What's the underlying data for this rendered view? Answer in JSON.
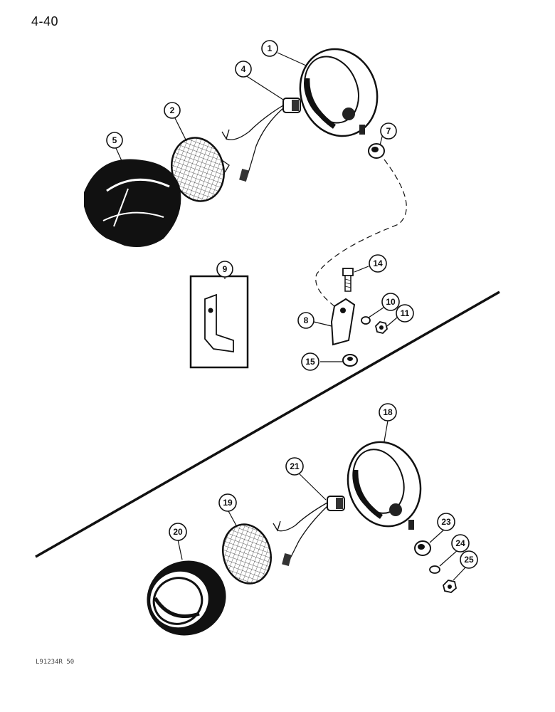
{
  "page": {
    "number": "4-40",
    "figure_code": "L91234R 50"
  },
  "callouts": {
    "c1": "1",
    "c2": "2",
    "c4": "4",
    "c5": "5",
    "c7": "7",
    "c8": "8",
    "c9": "9",
    "c10": "10",
    "c11": "11",
    "c14": "14",
    "c15": "15",
    "c18": "18",
    "c19": "19",
    "c20": "20",
    "c21": "21",
    "c23": "23",
    "c24": "24",
    "c25": "25"
  }
}
